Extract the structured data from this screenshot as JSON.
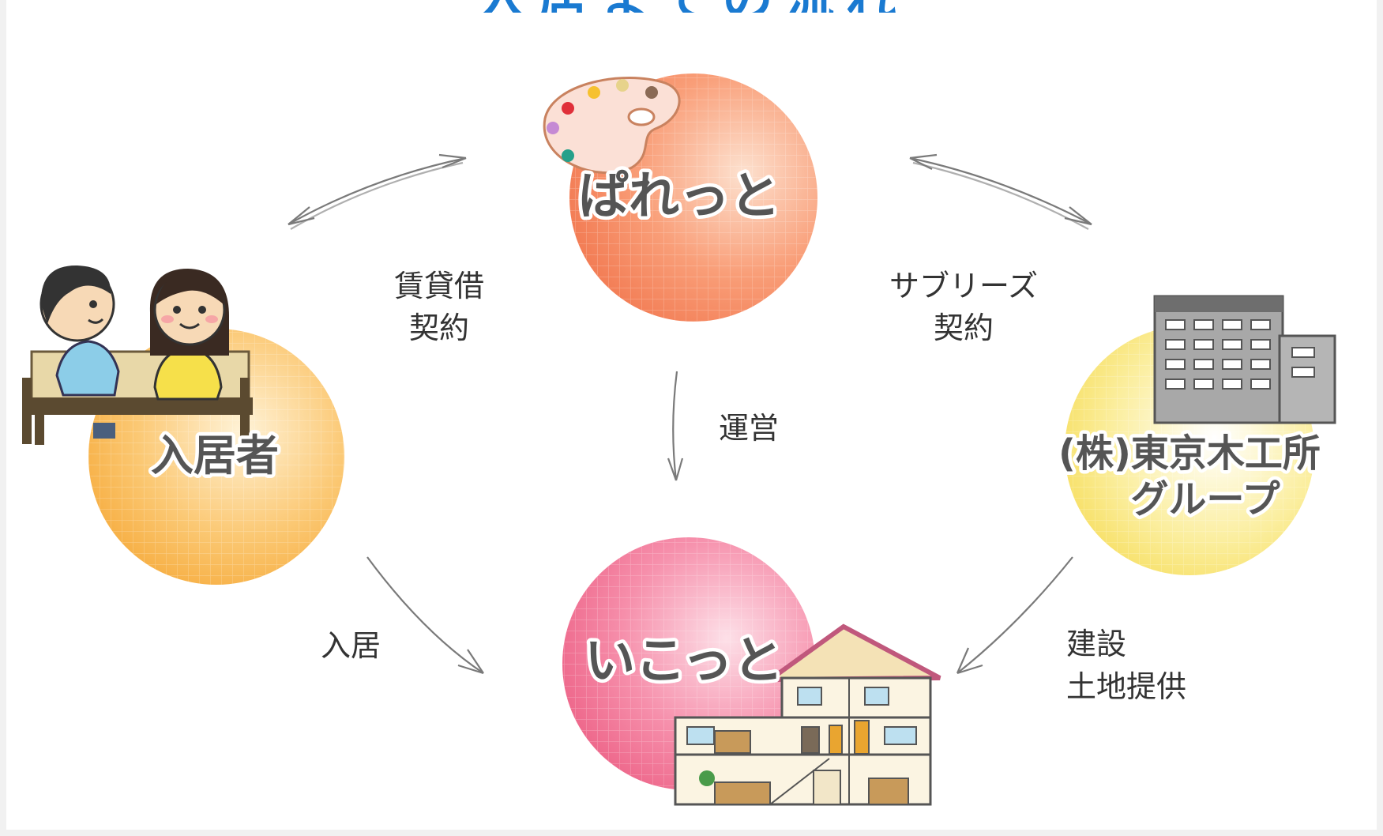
{
  "title": "入居までの流れ",
  "nodes": {
    "palette": "ぱれっと",
    "resident": "入居者",
    "company_line1": "(株)東京木工所",
    "company_line2": "グループ",
    "house": "いこっと"
  },
  "edges": {
    "lease_line1": "賃貸借",
    "lease_line2": "契約",
    "sublease_line1": "サブリーズ",
    "sublease_line2": "契約",
    "operation": "運営",
    "move_in": "入居",
    "build_line1": "建設",
    "build_line2": "土地提供"
  },
  "colors": {
    "palette_circle": "#f58b63",
    "resident_circle": "#f7b54a",
    "company_circle": "#f7e36a",
    "house_circle": "#f0708f",
    "title": "#1a7ad1"
  },
  "icons": [
    "palette-icon",
    "people-on-bench-icon",
    "office-building-icon",
    "house-cutaway-icon"
  ]
}
